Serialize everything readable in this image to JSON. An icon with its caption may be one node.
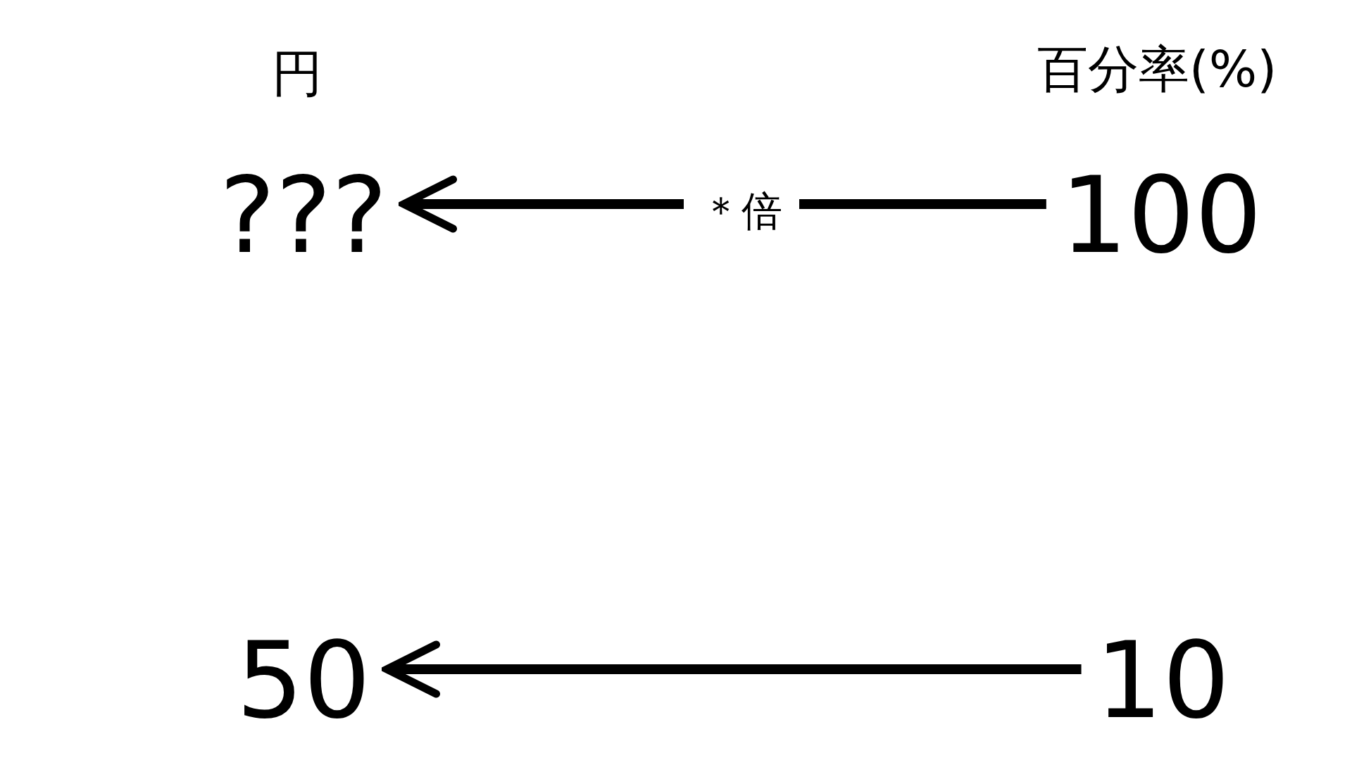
{
  "diagram": {
    "nodes": [
      {
        "text": [
          "???"
        ]
      },
      {
        "text": [
          "100"
        ]
      },
      {
        "text": [
          "50"
        ]
      },
      {
        "text": [
          "10"
        ]
      }
    ],
    "edges": [
      {
        "from": 1,
        "to": 0,
        "arrow": "to",
        "label": "＊倍"
      },
      {
        "from": 3,
        "to": 2,
        "arrow": "to"
      }
    ],
    "labels": [
      "円",
      "百分率(%)"
    ]
  }
}
